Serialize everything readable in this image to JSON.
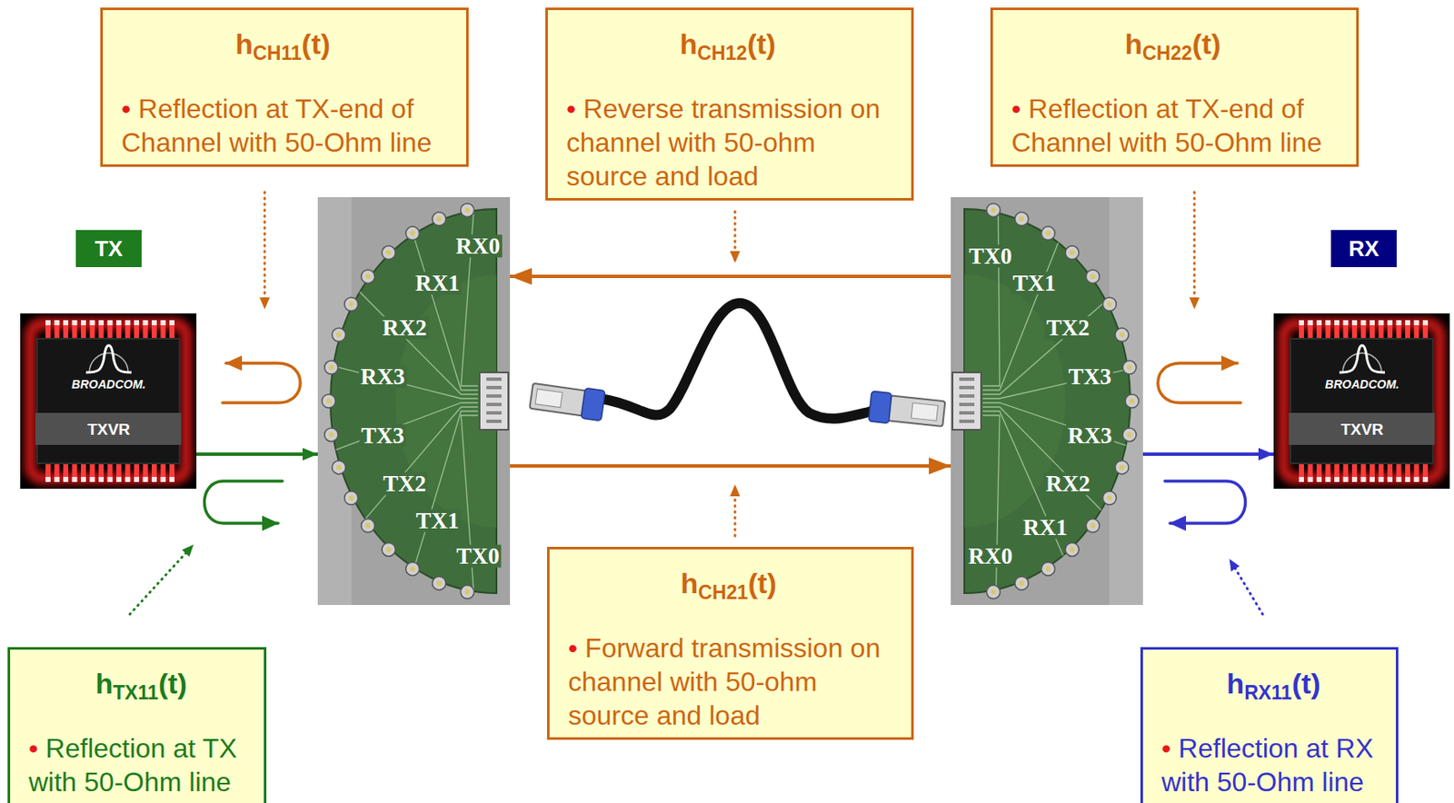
{
  "diagram": {
    "nodes": [
      {
        "text": [
          "hCH11(t)",
          "• Reflection at TX-end of Channel with 50-Ohm line"
        ]
      },
      {
        "text": [
          "hCH12(t)",
          "• Reverse transmission on channel with 50-ohm source and load"
        ]
      },
      {
        "text": [
          "hCH22(t)",
          "• Reflection at TX-end of Channel with 50-Ohm line"
        ]
      },
      {
        "text": [
          "TX"
        ]
      },
      {
        "text": [
          "RX"
        ]
      },
      {
        "text": [
          "BROADCOM.",
          "TXVR"
        ]
      },
      {
        "text": [
          "RX0",
          "RX1",
          "RX2",
          "RX3",
          "TX3",
          "TX2",
          "TX1",
          "TX0"
        ]
      },
      {
        "text": [
          "TX0",
          "TX1",
          "TX2",
          "TX3",
          "RX3",
          "RX2",
          "RX1",
          "RX0"
        ]
      },
      {
        "text": [
          "BROADCOM.",
          "TXVR"
        ]
      },
      {
        "text": [
          "hTX11(t)",
          "• Reflection at TX with 50-Ohm line"
        ]
      },
      {
        "text": [
          "hCH21(t)",
          "• Forward transmission on channel with 50-ohm source and load"
        ]
      },
      {
        "text": [
          "hRX11(t)",
          "• Reflection at RX with 50-Ohm line"
        ]
      }
    ],
    "edges": [
      {
        "from": 7,
        "to": 6,
        "arrow": "to"
      },
      {
        "from": 6,
        "to": 7,
        "arrow": "to"
      },
      {
        "from": 5,
        "to": 6,
        "arrow": "to"
      },
      {
        "from": 7,
        "to": 8,
        "arrow": "to"
      }
    ]
  }
}
